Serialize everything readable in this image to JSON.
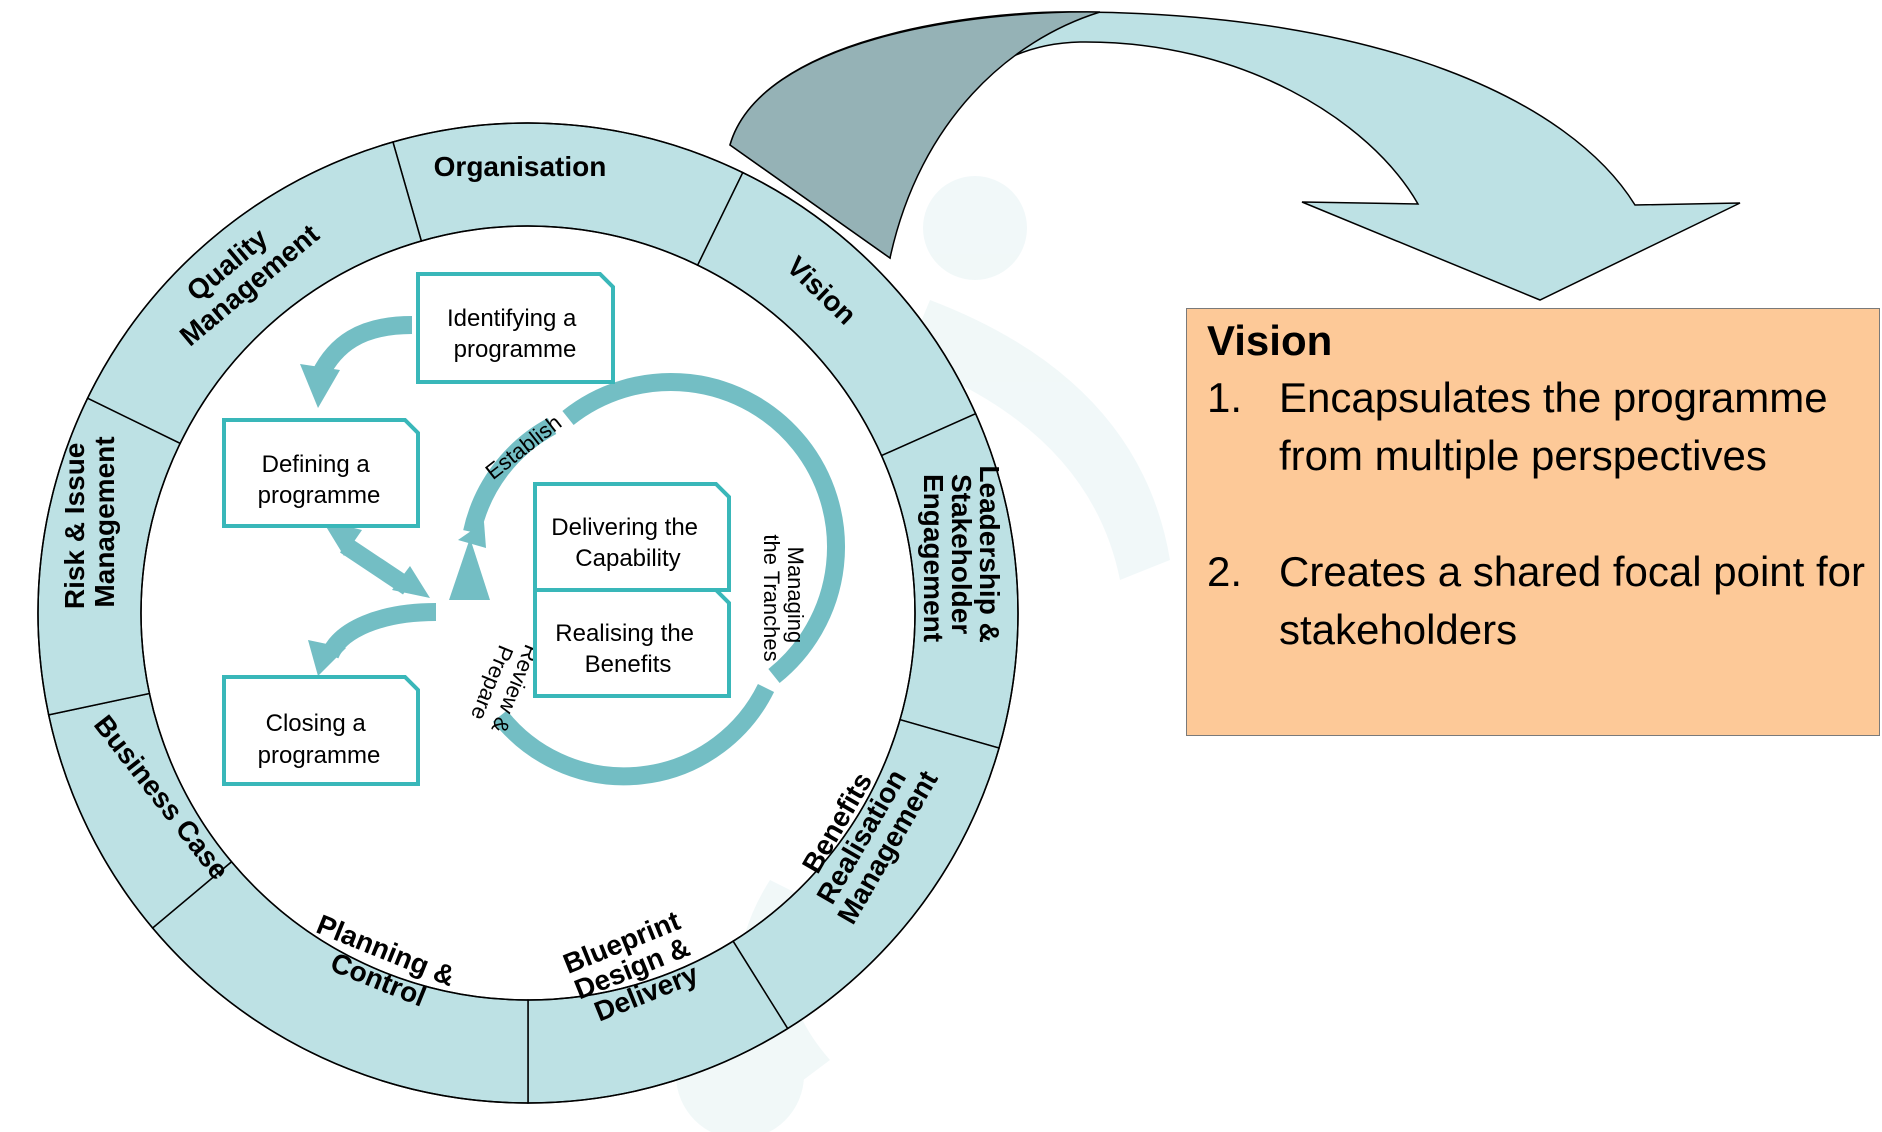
{
  "themes": {
    "organisation": "Organisation",
    "vision": "Vision",
    "leadership": [
      "Leadership &",
      "Stakeholder",
      "Engagement"
    ],
    "benefits": [
      "Benefits",
      "Realisation",
      "Management"
    ],
    "blueprint": [
      "Blueprint",
      "Design &",
      "Delivery"
    ],
    "planning": [
      "Planning &",
      "Control"
    ],
    "business_case": "Business Case",
    "risk": [
      "Risk & Issue",
      "Management"
    ],
    "quality": [
      "Quality",
      "Management"
    ]
  },
  "processes": {
    "identifying": [
      "Identifying a",
      "programme"
    ],
    "defining": [
      "Defining a",
      "programme"
    ],
    "closing": [
      "Closing a",
      "programme"
    ],
    "delivering": [
      "Delivering the",
      "Capability"
    ],
    "realising": [
      "Realising the",
      "Benefits"
    ]
  },
  "cycle": {
    "establish": "Establish",
    "managing": [
      "Managing",
      "the Tranches"
    ],
    "review": [
      "Review &",
      "Prepare"
    ]
  },
  "callout": {
    "title": "Vision",
    "items": [
      {
        "num": "1.",
        "text": "Encapsulates the programme from multiple perspectives"
      },
      {
        "num": "2.",
        "text": "Creates a shared focal point for stakeholders"
      }
    ]
  },
  "colors": {
    "ring": "#bde1e4",
    "ring_highlight": "#95b2b6",
    "box_border": "#39b7b9",
    "flow": "#73bec4",
    "callout_bg": "#fdc998"
  }
}
